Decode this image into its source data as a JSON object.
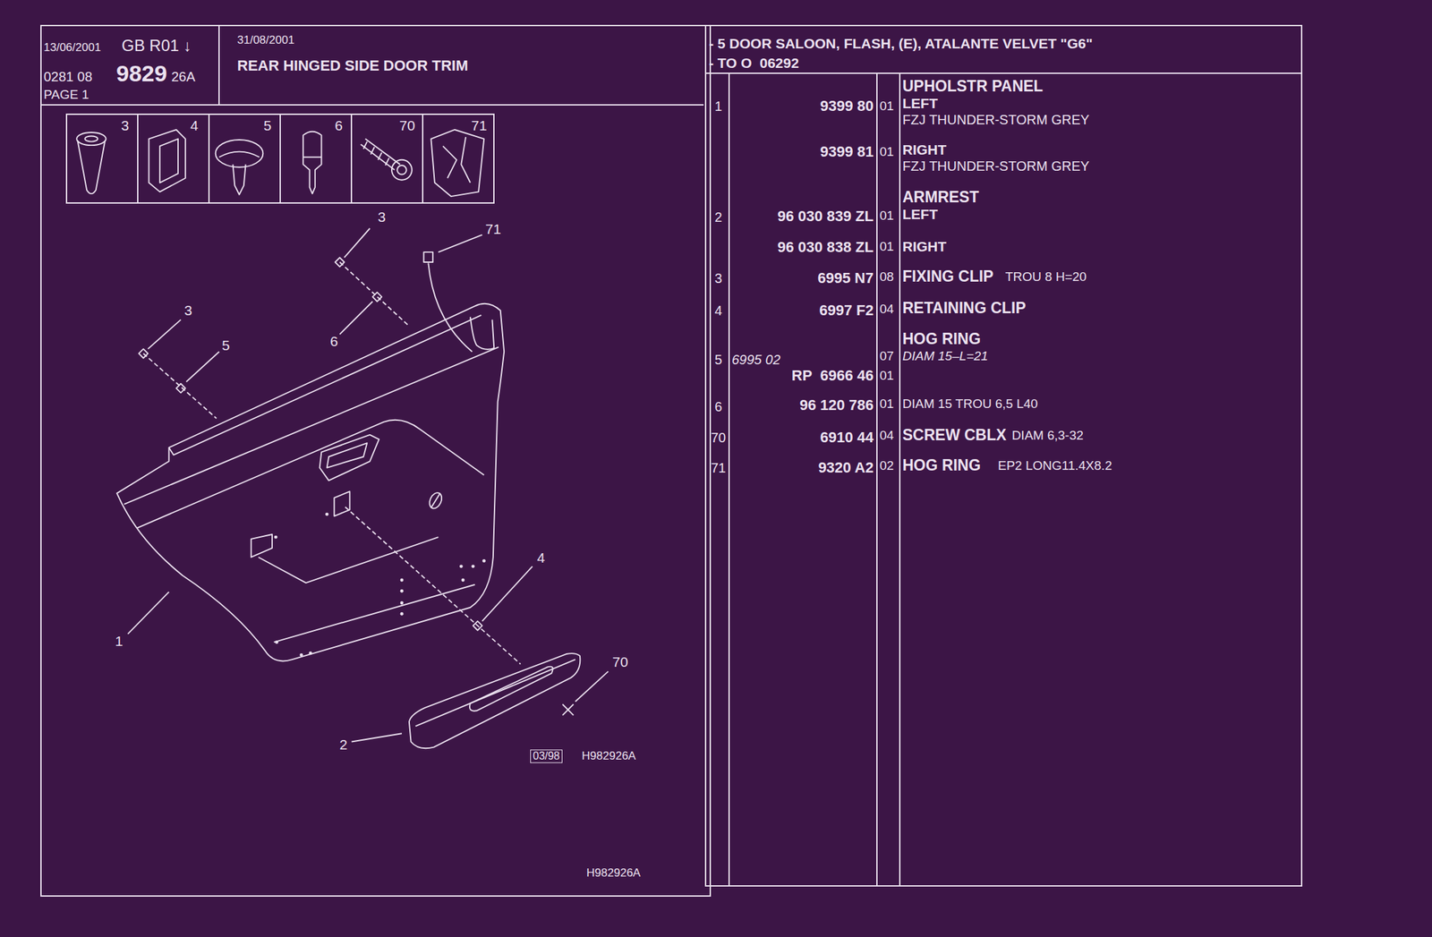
{
  "diagram": {
    "title": "REAR HINGED SIDE DOOR TRIM",
    "labels": [
      "13/06/2001",
      "GB R01 ↓",
      "0281 08",
      "9829",
      "26A",
      "PAGE 1",
      "31/08/2001",
      "- 5 DOOR SALOON, FLASH, (E), ATALANTE VELVET \"G6\"",
      "- TO O  06292",
      "3",
      "4",
      "5",
      "6",
      "70",
      "71",
      "3",
      "71",
      "3",
      "5",
      "6",
      "1",
      "4",
      "70",
      "2",
      "03/98",
      "H982926A",
      "H982926A",
      "1",
      "9399 80",
      "01",
      "UPHOLSTR PANEL",
      "LEFT",
      "FZJ THUNDER-STORM GREY",
      "9399 81",
      "01",
      "RIGHT",
      "FZJ THUNDER-STORM GREY",
      "ARMREST",
      "2",
      "96 030 839 ZL",
      "01",
      "LEFT",
      "96 030 838 ZL",
      "01",
      "RIGHT",
      "3",
      "6995 N7",
      "08",
      "FIXING CLIP",
      "TROU 8 H=20",
      "4",
      "6997 F2",
      "04",
      "RETAINING CLIP",
      "HOG RING",
      "5",
      "6995 02",
      "07",
      "DIAM 15–L=21",
      "RP  6966 46",
      "01",
      "6",
      "96 120 786",
      "01",
      "DIAM 15 TROU 6,5 L40",
      "70",
      "6910 44",
      "04",
      "SCREW CBLX",
      "DIAM 6,3-32",
      "71",
      "9320 A2",
      "02",
      "HOG RING",
      "EP2 LONG11.4X8.2"
    ]
  }
}
